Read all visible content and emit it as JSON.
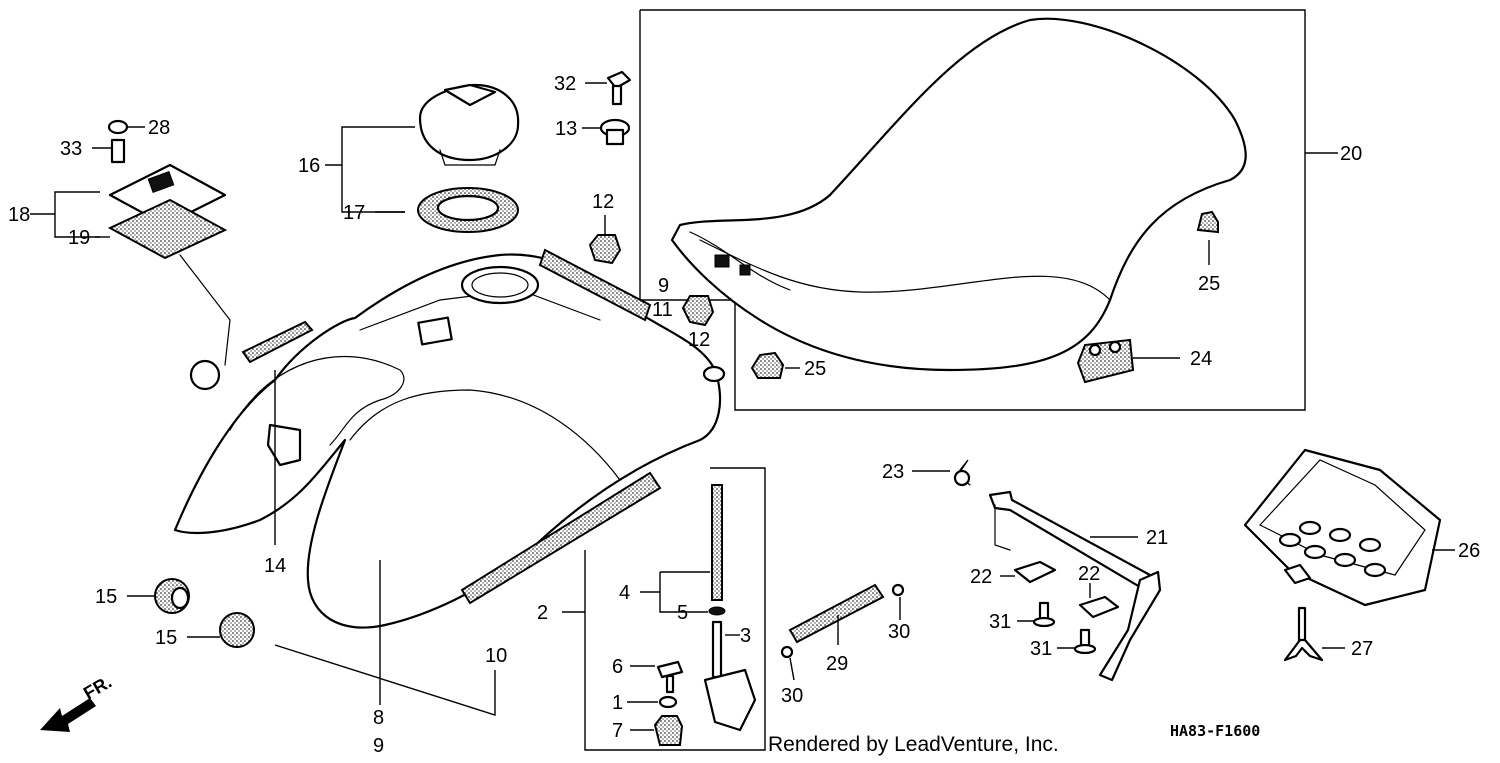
{
  "diagram": {
    "callouts": [
      {
        "id": "c1",
        "text": "1"
      },
      {
        "id": "c2",
        "text": "2"
      },
      {
        "id": "c3",
        "text": "3"
      },
      {
        "id": "c4",
        "text": "4"
      },
      {
        "id": "c5",
        "text": "5"
      },
      {
        "id": "c6",
        "text": "6"
      },
      {
        "id": "c7",
        "text": "7"
      },
      {
        "id": "c8",
        "text": "8"
      },
      {
        "id": "c9a",
        "text": "9"
      },
      {
        "id": "c9b",
        "text": "9"
      },
      {
        "id": "c10",
        "text": "10"
      },
      {
        "id": "c11",
        "text": "11"
      },
      {
        "id": "c12a",
        "text": "12"
      },
      {
        "id": "c12b",
        "text": "12"
      },
      {
        "id": "c13",
        "text": "13"
      },
      {
        "id": "c14",
        "text": "14"
      },
      {
        "id": "c15a",
        "text": "15"
      },
      {
        "id": "c15b",
        "text": "15"
      },
      {
        "id": "c16",
        "text": "16"
      },
      {
        "id": "c17",
        "text": "17"
      },
      {
        "id": "c18",
        "text": "18"
      },
      {
        "id": "c19",
        "text": "19"
      },
      {
        "id": "c20",
        "text": "20"
      },
      {
        "id": "c21",
        "text": "21"
      },
      {
        "id": "c22a",
        "text": "22"
      },
      {
        "id": "c22b",
        "text": "22"
      },
      {
        "id": "c23",
        "text": "23"
      },
      {
        "id": "c24",
        "text": "24"
      },
      {
        "id": "c25a",
        "text": "25"
      },
      {
        "id": "c25b",
        "text": "25"
      },
      {
        "id": "c26",
        "text": "26"
      },
      {
        "id": "c27",
        "text": "27"
      },
      {
        "id": "c28",
        "text": "28"
      },
      {
        "id": "c29",
        "text": "29"
      },
      {
        "id": "c30a",
        "text": "30"
      },
      {
        "id": "c30b",
        "text": "30"
      },
      {
        "id": "c31a",
        "text": "31"
      },
      {
        "id": "c31b",
        "text": "31"
      },
      {
        "id": "c32",
        "text": "32"
      },
      {
        "id": "c33",
        "text": "33"
      }
    ],
    "direction_label": "FR.",
    "diagram_code": "HA83-F1600",
    "footer": "Rendered by LeadVenture, Inc."
  }
}
